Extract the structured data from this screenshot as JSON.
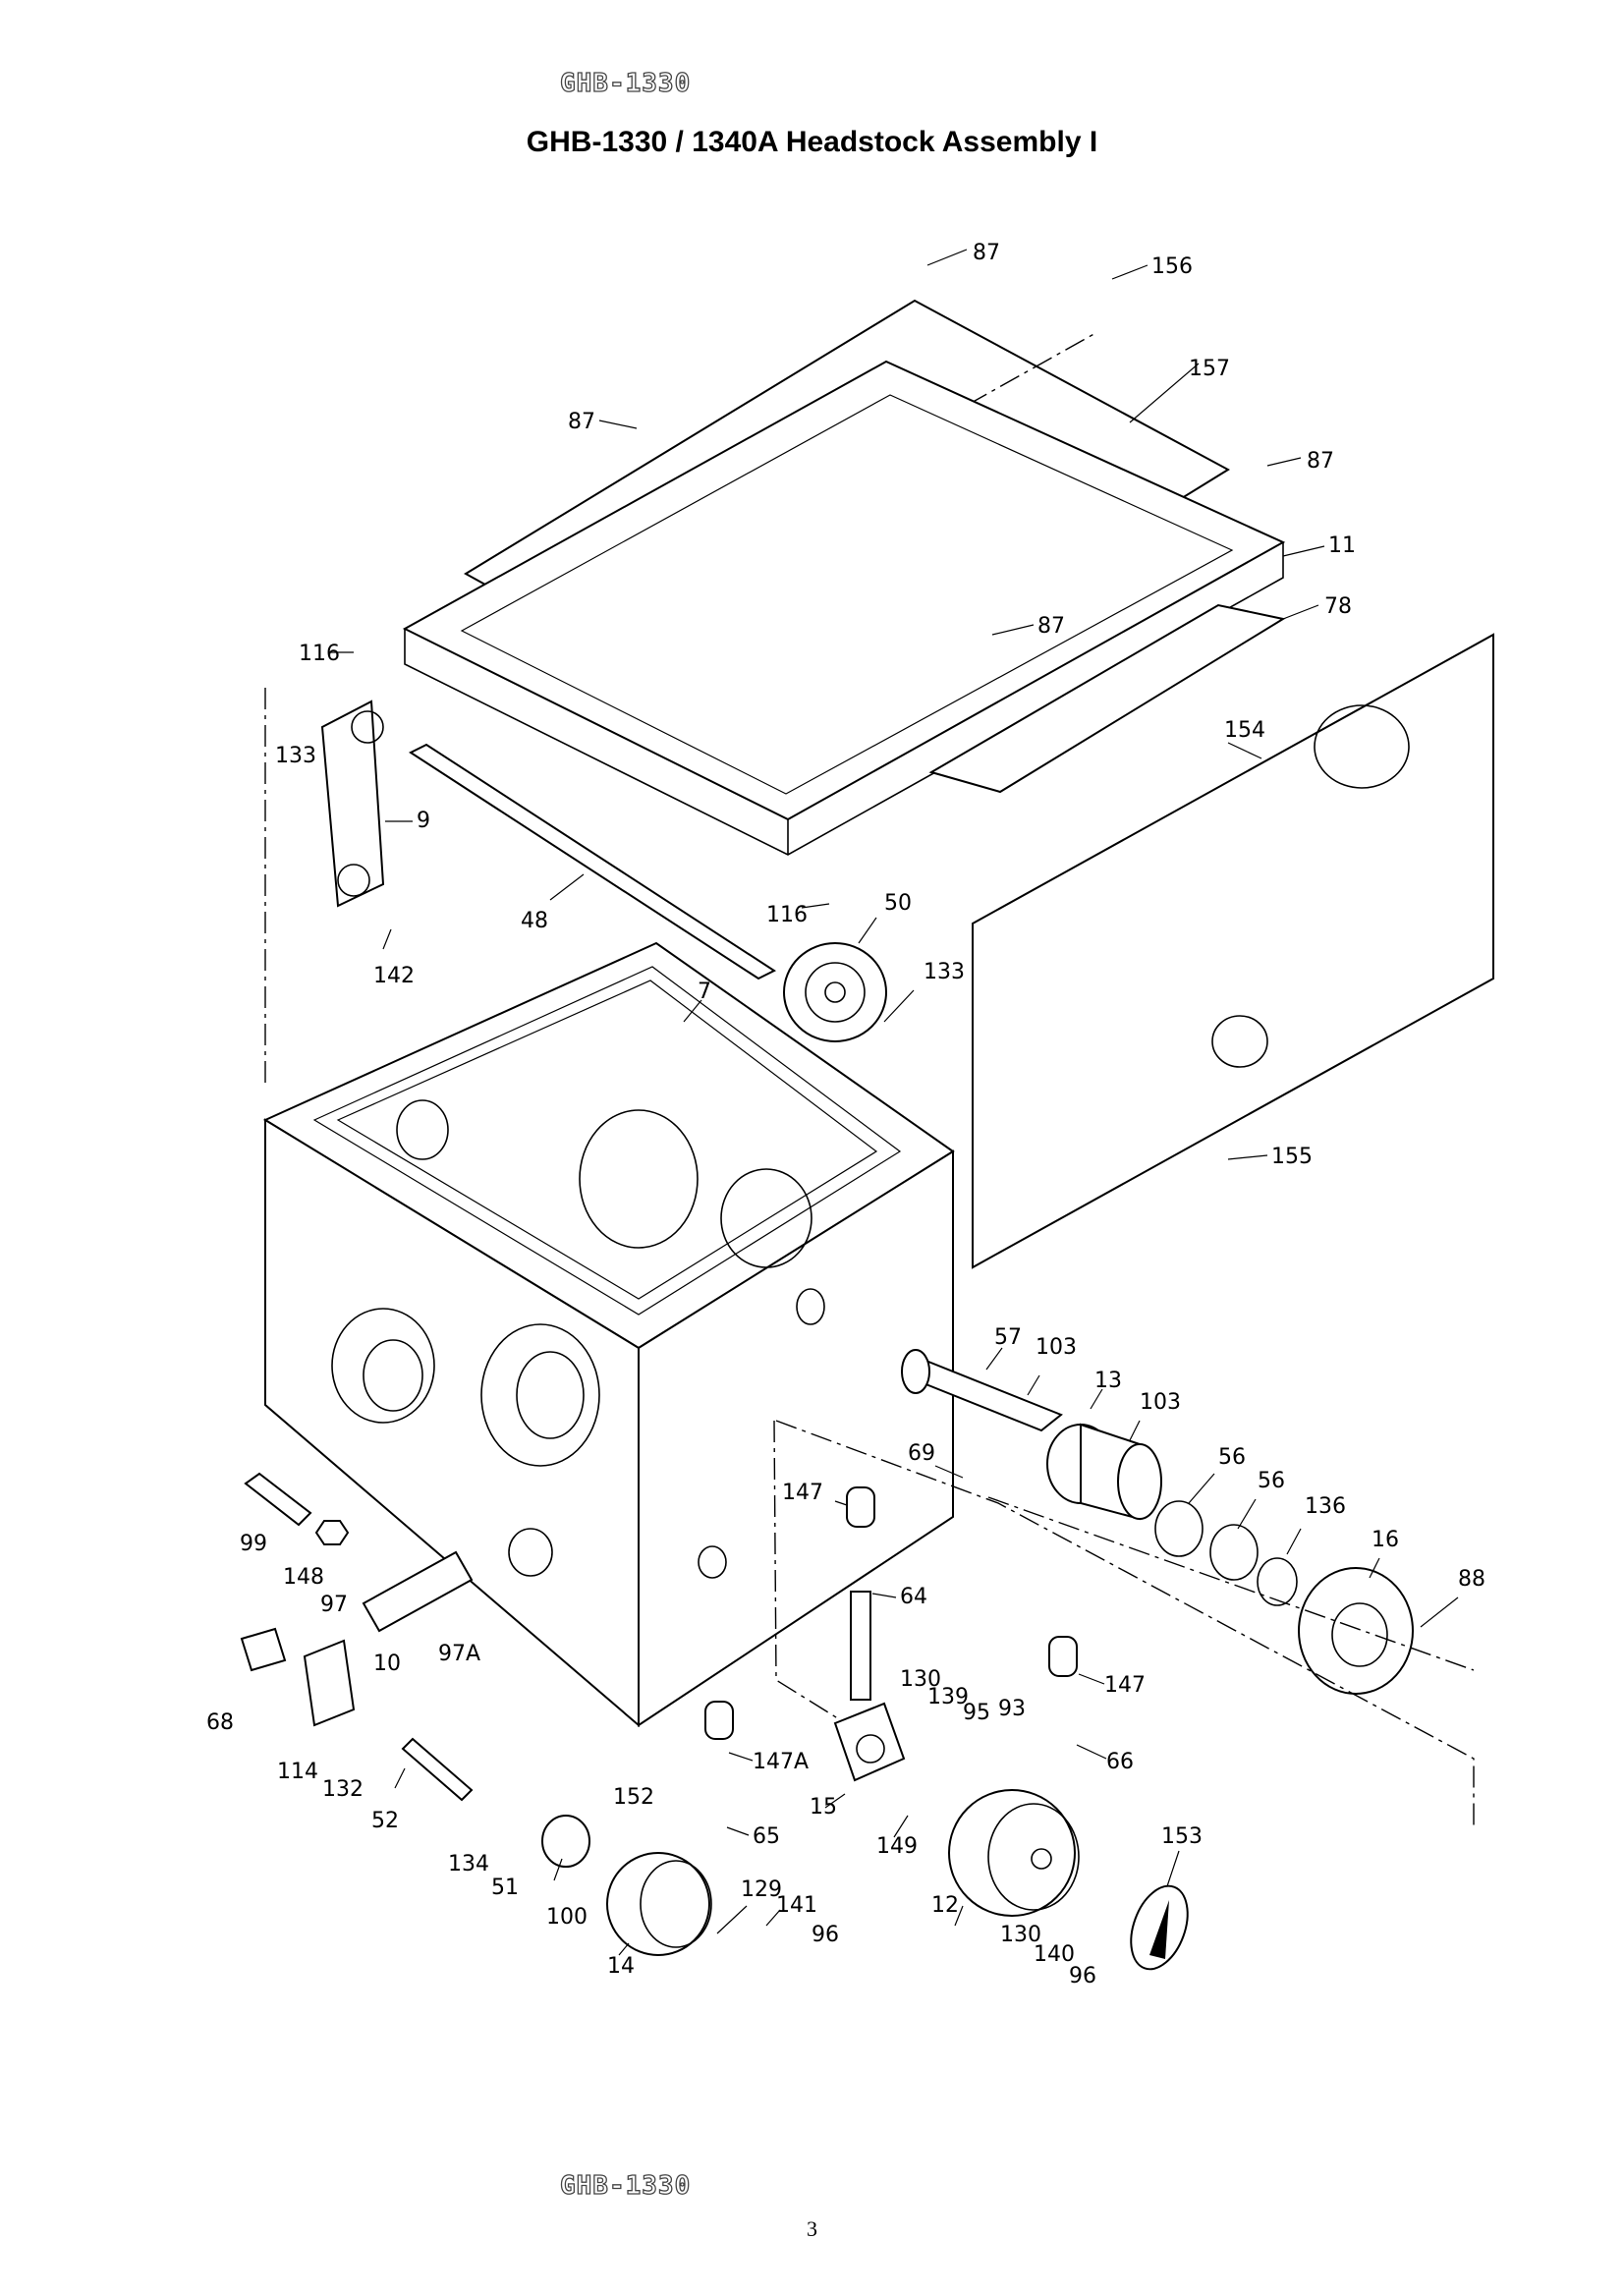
{
  "header": {
    "model_tag": "GHB-1330"
  },
  "title": "GHB-1330 / 1340A    Headstock Assembly I",
  "footer": {
    "model_tag": "GHB-1330",
    "page_number": "3"
  },
  "part_labels": [
    "87",
    "156",
    "157",
    "87",
    "87",
    "11",
    "87",
    "78",
    "116",
    "133",
    "154",
    "9",
    "48",
    "116",
    "50",
    "133",
    "142",
    "7",
    "155",
    "57",
    "103",
    "13",
    "103",
    "69",
    "56",
    "56",
    "147",
    "136",
    "16",
    "99",
    "88",
    "64",
    "148",
    "97",
    "97A",
    "10",
    "147",
    "130",
    "139",
    "95",
    "93",
    "68",
    "66",
    "114",
    "147A",
    "132",
    "152",
    "52",
    "65",
    "15",
    "149",
    "134",
    "153",
    "51",
    "129",
    "141",
    "100",
    "12",
    "96",
    "130",
    "140",
    "14",
    "96"
  ]
}
